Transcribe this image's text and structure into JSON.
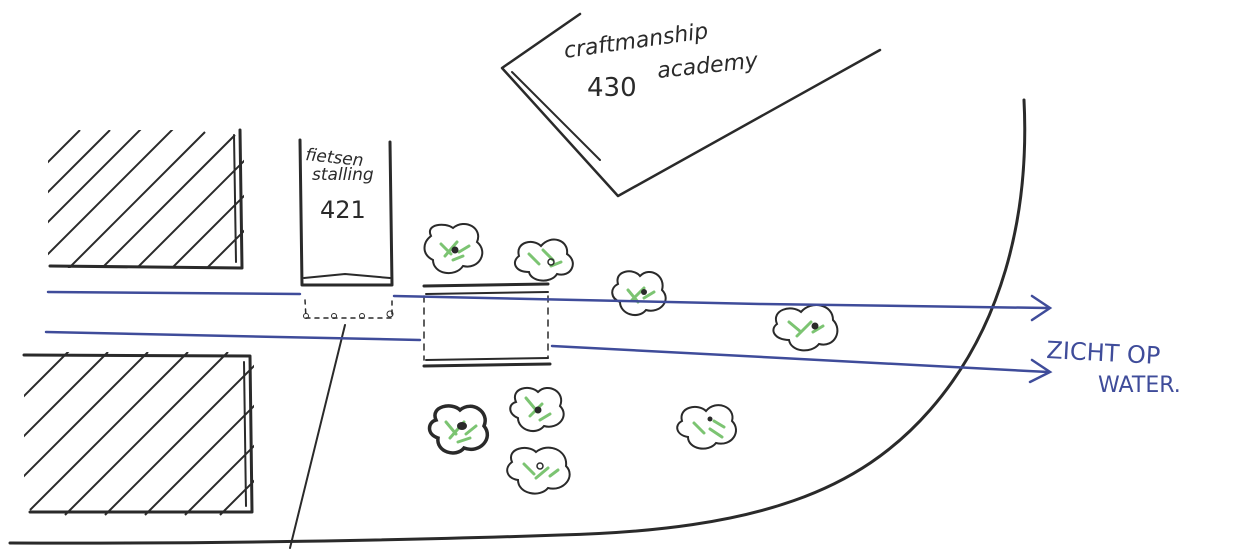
{
  "labels": {
    "academy_line1": "craftmanship",
    "academy_line2": "academy",
    "academy_number": "430",
    "bike_line1": "fietsen",
    "bike_line2": "stalling",
    "bike_number": "421",
    "view_line1": "ZICHT OP",
    "view_line2": "WATER."
  },
  "colors": {
    "ink": "#2a2a2a",
    "blue": "#3f4c9a",
    "green": "#7cc472"
  }
}
